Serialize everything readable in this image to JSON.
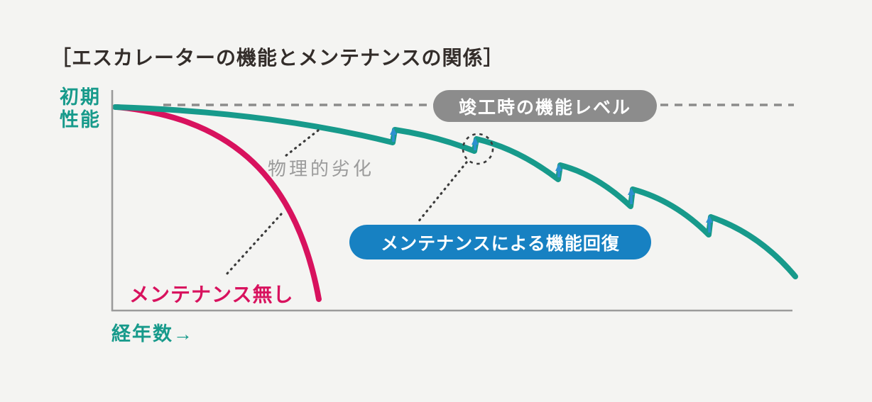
{
  "title": "［エスカレーターの機能とメンテナンスの関係］",
  "axes": {
    "y_label": "初期\n性能",
    "x_label": "経年数→"
  },
  "badges": {
    "reference_level": "竣工時の機能レベル",
    "recovery": "メンテナンスによる機能回復"
  },
  "labels": {
    "deterioration": "物理的劣化",
    "no_maintenance": "メンテナンス無し"
  },
  "colors": {
    "background": "#f4f4f2",
    "teal_curve": "#179a8b",
    "pink_curve": "#d8125e",
    "blue_badge": "#1781c2",
    "gray_badge": "#8c8c8c",
    "gray_label": "#9b9b9b",
    "title_text": "#332d2a",
    "axis_line": "#9b9b9b",
    "reference_dash": "#8b8b8b",
    "connector_dots": "#3b3b3b",
    "recovery_arrow": "#2e90d0"
  },
  "chart_data": {
    "type": "line",
    "title": "［エスカレーターの機能とメンテナンスの関係］",
    "xlabel": "経年数→",
    "ylabel": "初期性能",
    "ylim": [
      0,
      100
    ],
    "xlim": [
      0,
      10
    ],
    "grid": false,
    "legend_position": "none (inline annotations)",
    "reference_line": {
      "label": "竣工時の機能レベル",
      "value": 100,
      "style": "dashed",
      "color": "#8b8b8b"
    },
    "series": [
      {
        "name": "物理的劣化（メンテナンスによる機能回復あり）",
        "color": "#179a8b",
        "style": "sawtooth-decline",
        "points": [
          [
            0,
            100
          ],
          [
            4.1,
            82
          ],
          [
            4.1,
            88
          ],
          [
            5.3,
            78
          ],
          [
            5.3,
            83
          ],
          [
            6.5,
            64
          ],
          [
            6.5,
            71
          ],
          [
            7.6,
            51
          ],
          [
            7.6,
            59
          ],
          [
            8.8,
            37
          ],
          [
            8.8,
            46
          ],
          [
            10,
            17
          ]
        ]
      },
      {
        "name": "メンテナンス無し",
        "color": "#d8125e",
        "style": "steep-decline",
        "points": [
          [
            0,
            100
          ],
          [
            0.9,
            97
          ],
          [
            1.7,
            81
          ],
          [
            2.1,
            68
          ],
          [
            2.5,
            49
          ],
          [
            2.8,
            31
          ],
          [
            3.0,
            4
          ]
        ]
      }
    ],
    "annotations": [
      "竣工時の機能レベル — gray pill on the 100% dashed reference line",
      "物理的劣化 — gray label with dotted leader to the teal curve",
      "メンテナンスによる機能回復 — blue pill with dotted leader to a circled recovery jump",
      "メンテナンス無し — pink label with dotted leader to the pink curve",
      "small blue upward arrows mark each maintenance recovery jump"
    ]
  }
}
